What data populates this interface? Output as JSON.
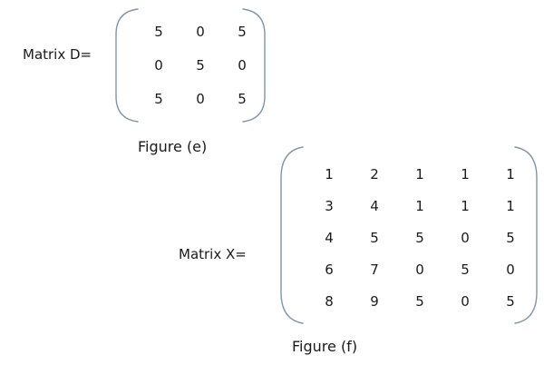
{
  "page": {
    "background": "#ffffff",
    "text_color": "#1a1a1a",
    "bracket_color": "#7d96a9"
  },
  "matrix_d": {
    "label": "Matrix D=",
    "caption": "Figure (e)",
    "rows": [
      [
        "5",
        "0",
        "5"
      ],
      [
        "0",
        "5",
        "0"
      ],
      [
        "5",
        "0",
        "5"
      ]
    ]
  },
  "matrix_x": {
    "label": "Matrix X=",
    "caption": "Figure (f)",
    "rows": [
      [
        "1",
        "2",
        "1",
        "1",
        "1"
      ],
      [
        "3",
        "4",
        "1",
        "1",
        "1"
      ],
      [
        "4",
        "5",
        "5",
        "0",
        "5"
      ],
      [
        "6",
        "7",
        "0",
        "5",
        "0"
      ],
      [
        "8",
        "9",
        "5",
        "0",
        "5"
      ]
    ]
  }
}
